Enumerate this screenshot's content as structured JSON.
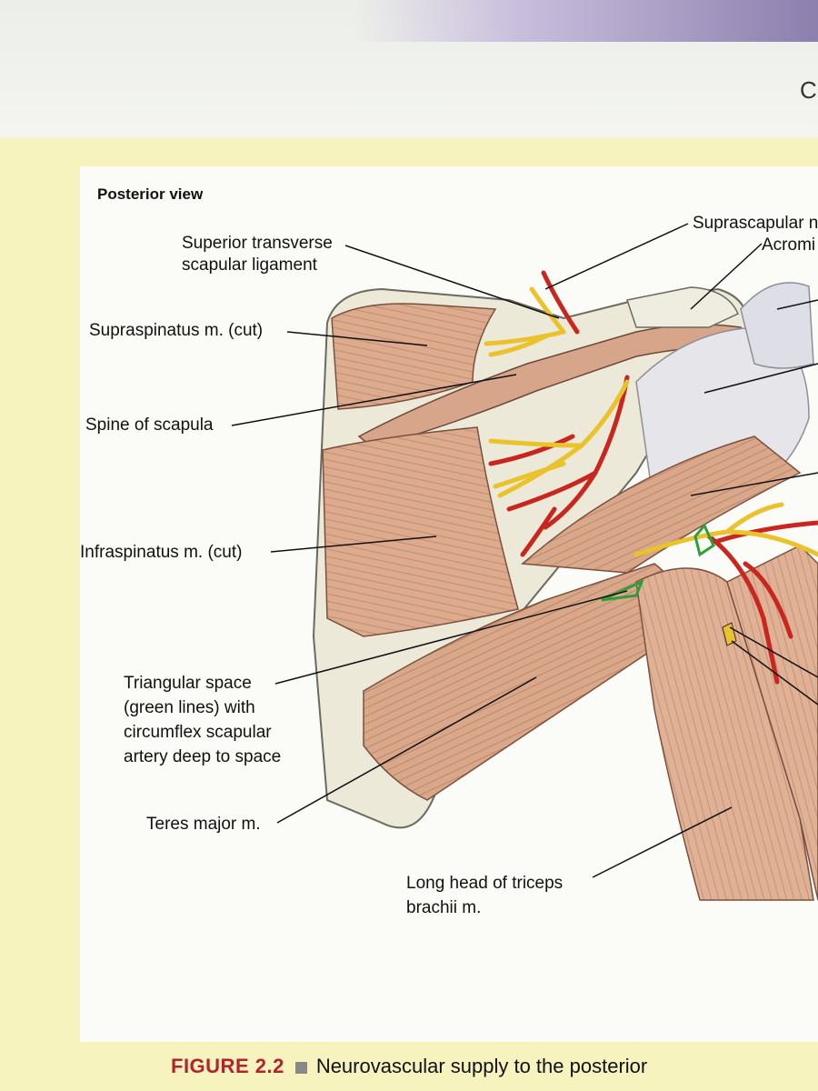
{
  "page": {
    "chapter_letter": "C",
    "figure_number": "FIGURE 2.2",
    "caption": "Neurovascular supply to the posterior"
  },
  "diagram": {
    "view_title": "Posterior view",
    "labels": {
      "superior_transverse": "Superior transverse\nscapular ligament",
      "suprascapular": "Suprascapular n",
      "acromion": "Acromi",
      "supraspinatus": "Supraspinatus m. (cut)",
      "spine": "Spine of scapula",
      "infraspinatus": "Infraspinatus m. (cut)",
      "triangular_space": "Triangular space\n(green lines) with\ncircumflex scapular\nartery deep to space",
      "teres_major": "Teres major m.",
      "long_head_triceps": "Long head of triceps\nbrachii m."
    }
  },
  "colors": {
    "muscle": "#dcab8e",
    "bone": "#ece9d9",
    "artery": "#c8261f",
    "nerve": "#e9c22c",
    "triangular_space_lines": "#2e9e3a",
    "caption_accent": "#b1242d"
  }
}
